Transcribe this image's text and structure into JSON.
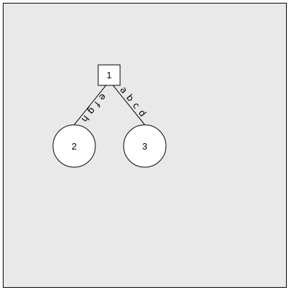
{
  "diagram": {
    "nodes": [
      {
        "id": "n1",
        "label": "1",
        "shape": "square"
      },
      {
        "id": "n2",
        "label": "2",
        "shape": "circle"
      },
      {
        "id": "n3",
        "label": "3",
        "shape": "circle"
      }
    ],
    "edges": [
      {
        "from": "n1",
        "to": "n2",
        "label": "e f g h"
      },
      {
        "from": "n1",
        "to": "n3",
        "label": "a b c d"
      }
    ],
    "colors": {
      "background": "#e9e9e9",
      "node_fill": "#ffffff",
      "stroke": "#000000"
    }
  }
}
